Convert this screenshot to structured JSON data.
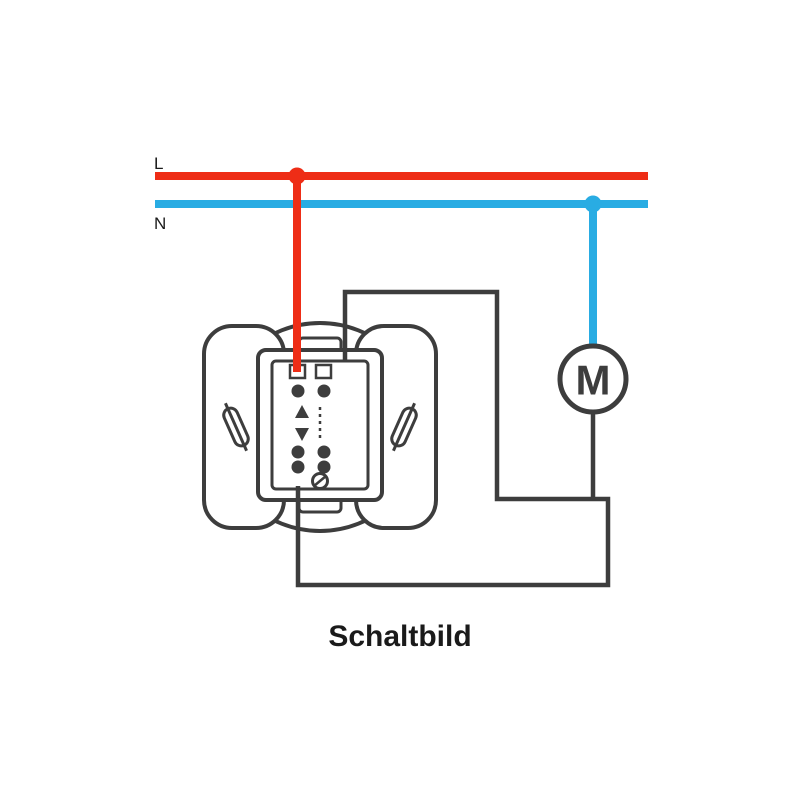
{
  "title": "Schaltbild",
  "labels": {
    "live": "L",
    "neutral": "N",
    "motor": "M"
  },
  "colors": {
    "live": "#ee2d16",
    "neutral": "#29ace3",
    "wire": "#3d3d3d",
    "text": "#1a1a1a",
    "background": "#ffffff"
  }
}
